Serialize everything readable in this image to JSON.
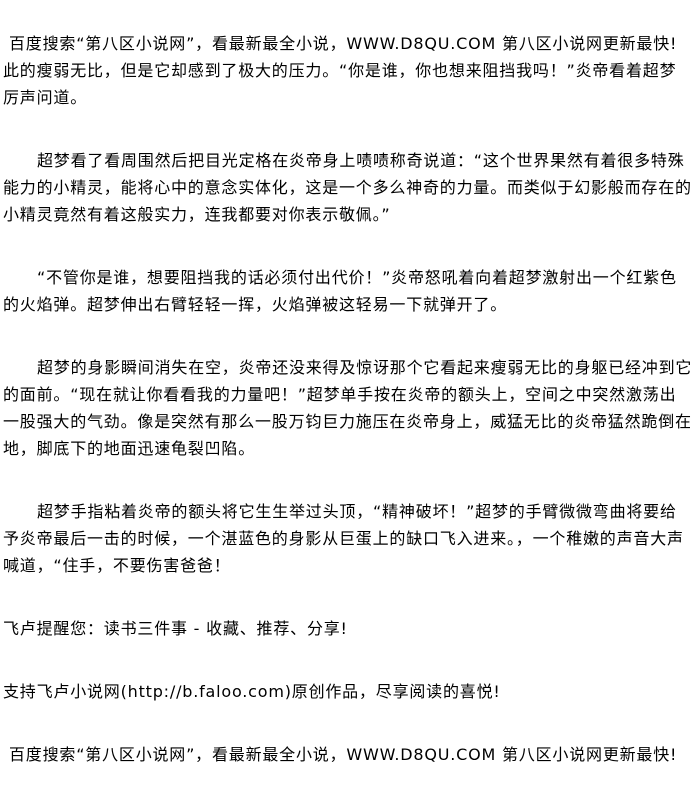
{
  "banner": "百度搜索“第八区小说网”，看最新最全小说，WWW.D8QU.COM   第八区小说网更新最快!",
  "paragraphs": [
    {
      "lines": [
        "此的瘦弱无比，但是它却感到了极大的压力。“你是谁，你也想来阻挡我吗！”炎帝看着超梦",
        "厉声问道。"
      ]
    },
    {
      "lines": [
        "超梦看了看周围然后把目光定格在炎帝身上啧啧称奇说道：“这个世界果然有着很多特殊",
        "能力的小精灵，能将心中的意念实体化，这是一个多么神奇的力量。而类似于幻影般而存在的",
        "小精灵竟然有着这般实力，连我都要对你表示敬佩。”"
      ]
    },
    {
      "lines": [
        "“不管你是谁，想要阻挡我的话必须付出代价！”炎帝怒吼着向着超梦激射出一个红紫色",
        "的火焰弹。超梦伸出右臂轻轻一挥，火焰弹被这轻易一下就弹开了。"
      ]
    },
    {
      "lines": [
        "超梦的身影瞬间消失在空，炎帝还没来得及惊讶那个它看起来瘦弱无比的身躯已经冲到它",
        "的面前。“现在就让你看看我的力量吧！”超梦单手按在炎帝的额头上，空间之中突然激荡出",
        "一股强大的气劲。像是突然有那么一股万钧巨力施压在炎帝身上，威猛无比的炎帝猛然跪倒在",
        "地，脚底下的地面迅速龟裂凹陷。"
      ]
    },
    {
      "lines": [
        "超梦手指粘着炎帝的额头将它生生举过头顶，“精神破坏！”超梦的手臂微微弯曲将要给",
        "予炎帝最后一击的时候，一个湛蓝色的身影从巨蛋上的缺口飞入进来。，一个稚嫩的声音大声",
        "喊道，“住手，不要伤害爸爸！"
      ]
    }
  ],
  "reminder": "飞卢提醒您：读书三件事 - 收藏、推荐、分享!",
  "support": "支持飞卢小说网(http://b.faloo.com)原创作品，尽享阅读的喜悦!"
}
